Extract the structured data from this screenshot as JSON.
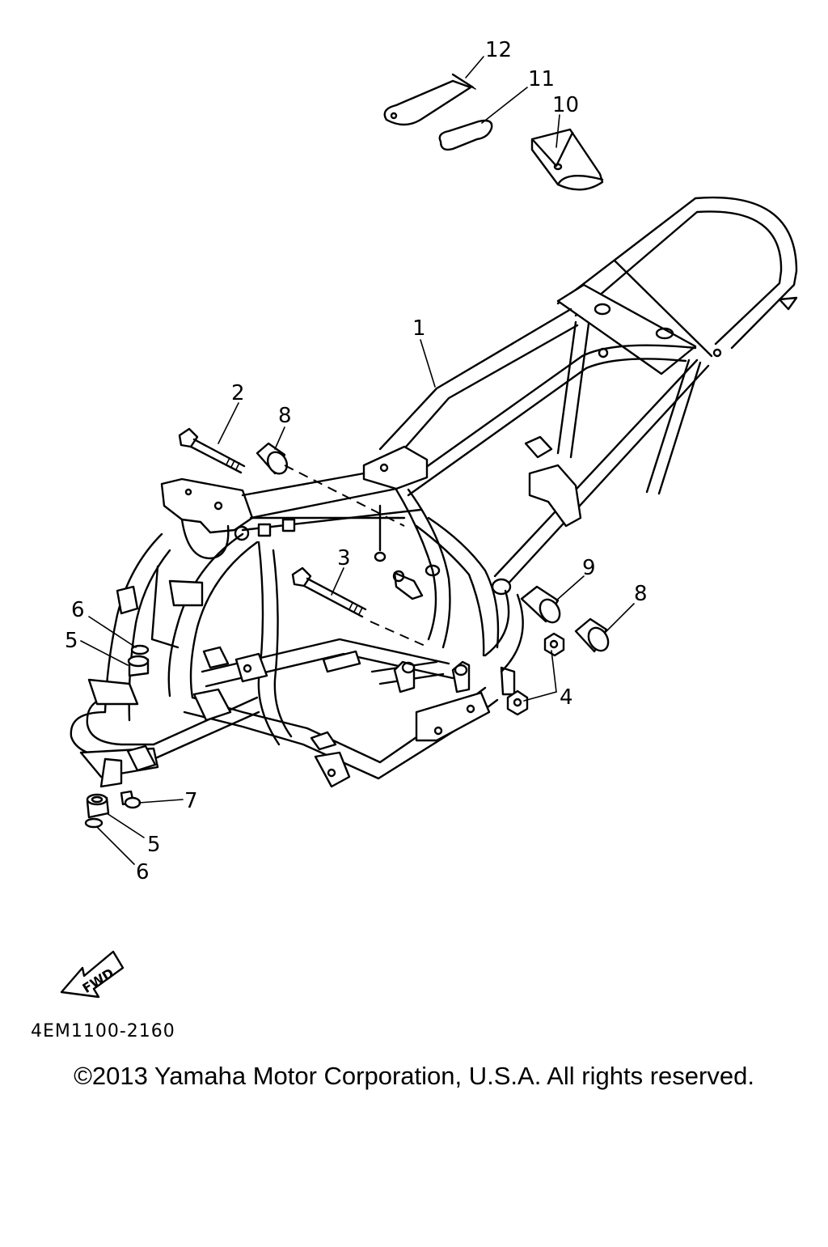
{
  "callouts": {
    "c1": "1",
    "c2": "2",
    "c3": "3",
    "c4": "4",
    "c5a": "5",
    "c5b": "5",
    "c6a": "6",
    "c6b": "6",
    "c7": "7",
    "c8a": "8",
    "c8b": "8",
    "c9": "9",
    "c10": "10",
    "c11": "11",
    "c12": "12"
  },
  "fwd_label": "FWD",
  "diagram_code": "4EM1100-2160",
  "copyright": "©2013 Yamaha Motor Corporation, U.S.A. All rights reserved.",
  "colors": {
    "ink": "#000000",
    "paper": "#ffffff"
  }
}
